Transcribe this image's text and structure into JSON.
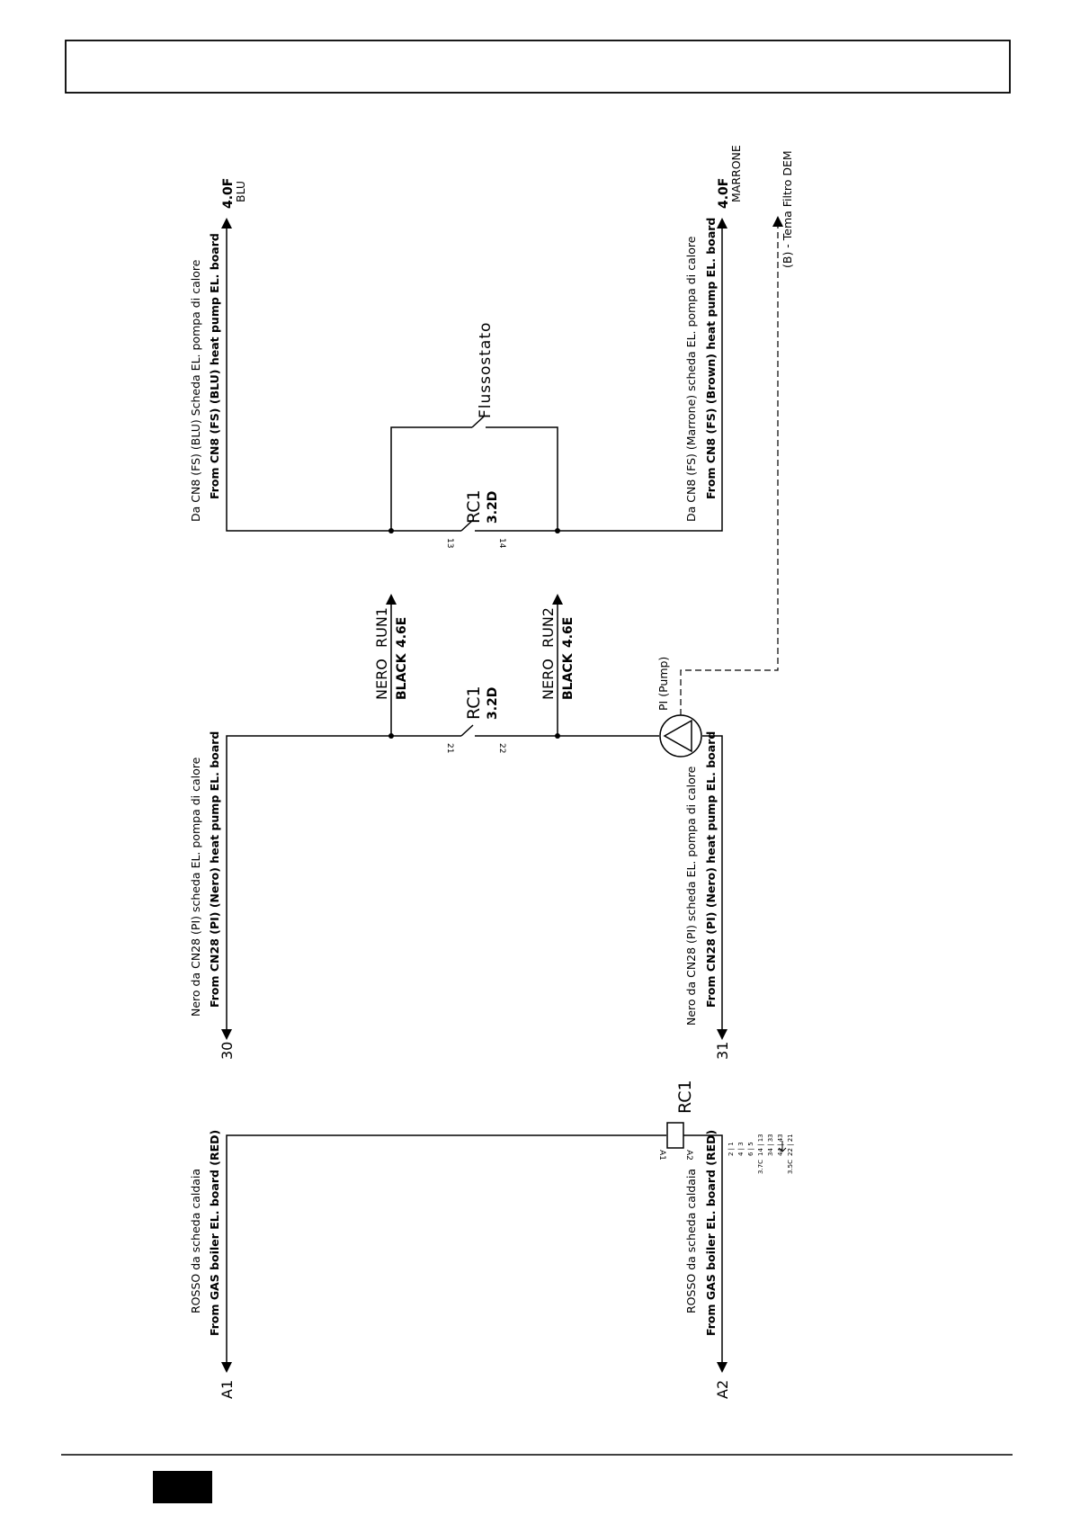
{
  "header": {
    "title": ""
  },
  "footer": {
    "page_number": ""
  },
  "circuit_left": {
    "terminal_top": "A1",
    "terminal_bottom": "A2",
    "label_top_it": "ROSSO da scheda caldaia",
    "label_top_en": "From GAS boiler EL. board (RED)",
    "label_bottom_it": "ROSSO da scheda caldaia",
    "label_bottom_en": "From GAS boiler EL. board (RED)",
    "relay": "RC1",
    "coil_a1": "A1",
    "coil_a2": "A2",
    "contacts": [
      {
        "pins": "2 | 1",
        "ref": ""
      },
      {
        "pins": "4 | 3",
        "ref": ""
      },
      {
        "pins": "6 | 5",
        "ref": ""
      },
      {
        "pins": "14 | 13",
        "ref": "3.7C"
      },
      {
        "pins": "34 | 33",
        "ref": ""
      },
      {
        "pins": "44 | 43",
        "ref": ""
      },
      {
        "pins": "22 | 21",
        "ref": "3.5C"
      }
    ]
  },
  "circuit_middle": {
    "terminal_left": "30",
    "terminal_right": "31",
    "label_left_it": "Nero da CN28 (PI) scheda EL. pompa di calore",
    "label_left_en": "From CN28 (PI) (Nero) heat pump EL. board",
    "label_right_it": "Nero da CN28 (PI) scheda EL. pompa di calore",
    "label_right_en": "From CN28 (PI) (Nero) heat pump EL. board",
    "relay": "RC1",
    "relay_ref": "3.2D",
    "pin_21": "21",
    "pin_22": "22",
    "run1_color": "NERO",
    "run1_name": "RUN1",
    "run1_color_en": "BLACK",
    "run1_ref": "4.6E",
    "run2_color": "NERO",
    "run2_name": "RUN2",
    "run2_color_en": "BLACK",
    "run2_ref": "4.6E",
    "pump_label": "PI (Pump)"
  },
  "circuit_right": {
    "label_left_it": "Da CN8 (FS) (BLU) Scheda EL. pompa di calore",
    "label_left_en": "From CN8 (FS) (BLU) heat pump EL. board",
    "ref_left": "4.0F",
    "color_left": "BLU",
    "label_right_it": "Da CN8 (FS) (Marrone) scheda EL. pompa di calore",
    "label_right_en": "From CN8 (FS) (Brown) heat pump EL. board",
    "ref_right": "4.0F",
    "color_right": "MARRONE",
    "relay": "RC1",
    "relay_ref": "3.2D",
    "pin_13": "13",
    "pin_14": "14",
    "switch_label": "Flussostato",
    "dashed_label": "(B) - Tema Filtro DEM"
  }
}
